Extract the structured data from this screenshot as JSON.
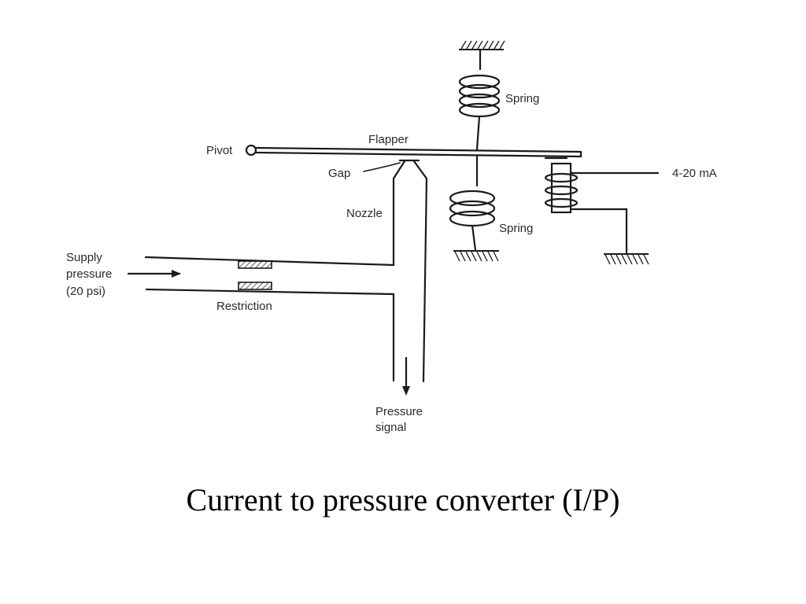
{
  "labels": {
    "pivot": "Pivot",
    "flapper": "Flapper",
    "gap": "Gap",
    "nozzle": "Nozzle",
    "spring_top": "Spring",
    "spring_bottom": "Spring",
    "current_input": "4-20 mA",
    "supply_line1": "Supply",
    "supply_line2": "pressure",
    "supply_line3": "(20 psi)",
    "restriction": "Restriction",
    "signal_line1": "Pressure",
    "signal_line2": "signal"
  },
  "caption": "Current to pressure converter (I/P)"
}
